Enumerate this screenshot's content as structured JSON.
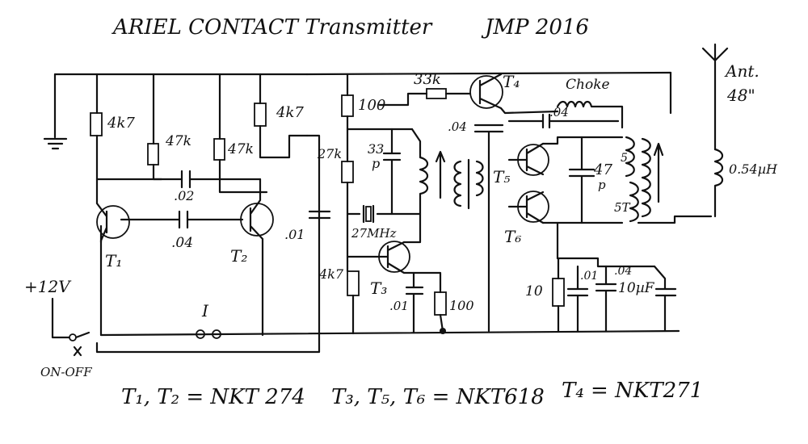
{
  "title": "ARIEL CONTACT Transmitter",
  "author_year": "JMP 2016",
  "labels": {
    "antenna": "Ant.",
    "antenna_len": "48\"",
    "inductor": "0.54µH",
    "choke": "Choke",
    "supply": "+12V",
    "switch": "ON-OFF",
    "contact": "I",
    "r1": "4k7",
    "r2": "47k",
    "r3": "47k",
    "r4": "4k7",
    "r5": "100",
    "r6": "33k",
    "r7": "27k",
    "r8": "4k7",
    "r9": "100",
    "r10": "10",
    "c1": ".02",
    "c2": ".04",
    "c3": ".01",
    "c4": "33",
    "c4u": "p",
    "c5": ".01",
    "c6": ".04",
    "c7": ".04",
    "c8": "47",
    "c8u": "p",
    "c9": ".01",
    "c10": ".04",
    "c11": "10µF",
    "crystal": "27MHz",
    "t1": "T₁",
    "t2": "T₂",
    "t3": "T₃",
    "t4": "T₄",
    "t5": "T₅",
    "t6": "T₆",
    "coil_5t_a": "5",
    "coil_5t_b": "5T"
  },
  "legend": {
    "a": "T₁, T₂ = NKT 274",
    "b": "T₃, T₅, T₆ = NKT618",
    "c": "T₄ = NKT271"
  }
}
